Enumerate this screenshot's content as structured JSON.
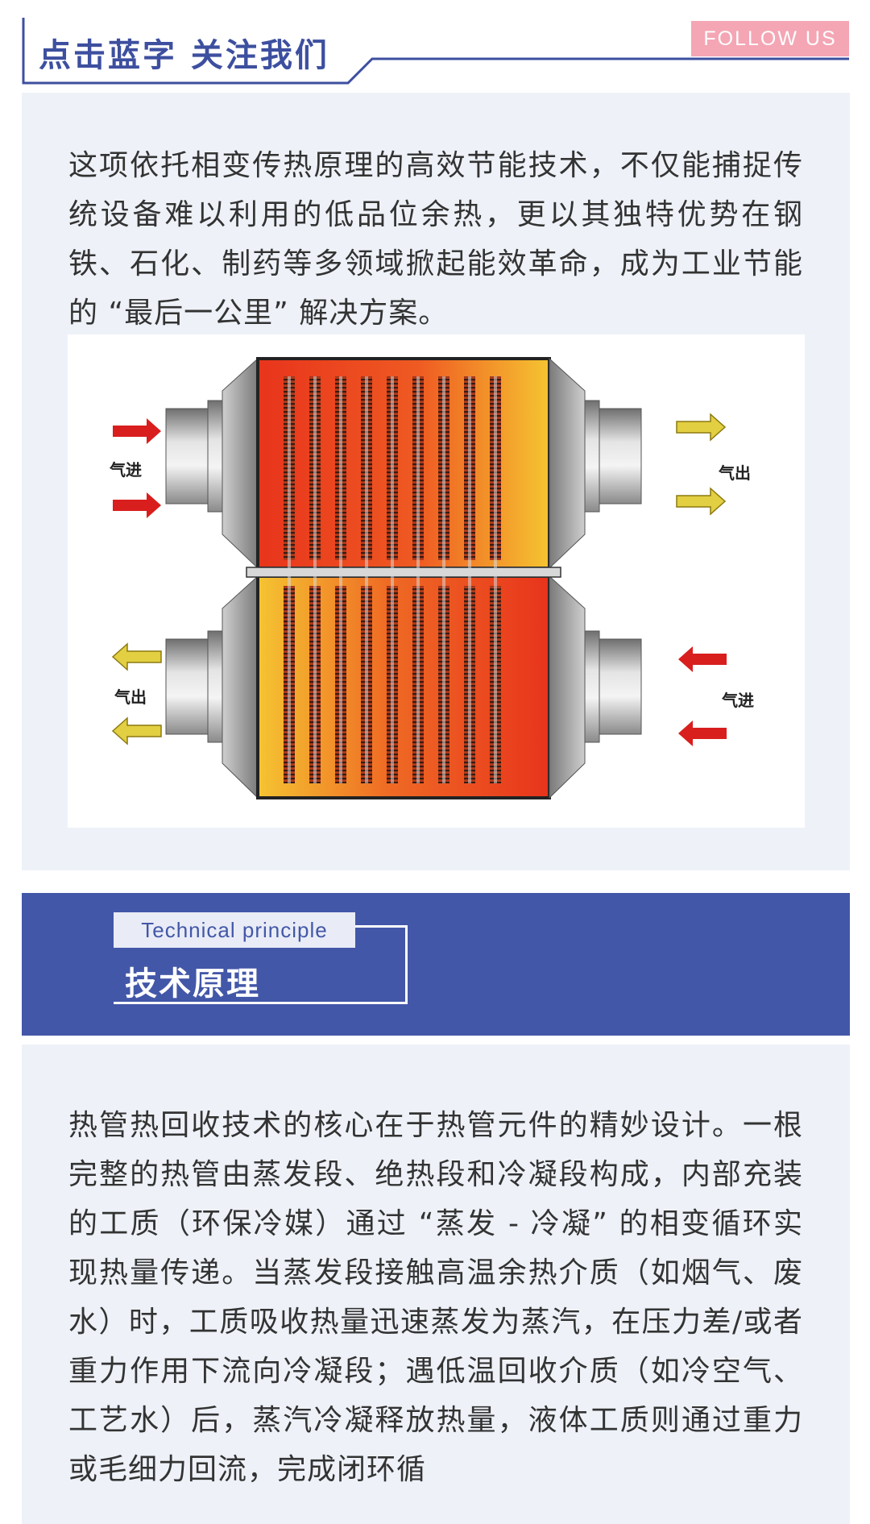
{
  "follow": {
    "title": "点击蓝字 关注我们",
    "tag": "FOLLOW US"
  },
  "intro": {
    "text": "这项依托相变传热原理的高效节能技术，不仅能捕捉传统设备难以利用的低品位余热，更以其独特优势在钢铁、石化、制药等多领域掀起能效革命，成为工业节能的 “最后一公里” 解决方案。"
  },
  "diagram": {
    "labels": {
      "top_left": "气进",
      "top_right": "气出",
      "bottom_left": "气出",
      "bottom_right": "气进"
    },
    "colors": {
      "hot": "#e8341c",
      "warm": "#f5c431",
      "arrow_red": "#d91e1e",
      "arrow_yellow": "#d9c23c"
    }
  },
  "section": {
    "en": "Technical principle",
    "cn": "技术原理"
  },
  "principle": {
    "text": "热管热回收技术的核心在于热管元件的精妙设计。一根完整的热管由蒸发段、绝热段和冷凝段构成，内部充装的工质（环保冷媒）通过 “蒸发 - 冷凝” 的相变循环实现热量传递。当蒸发段接触高温余热介质（如烟气、废水）时，工质吸收热量迅速蒸发为蒸汽，在压力差/或者重力作用下流向冷凝段；遇低温回收介质（如冷空气、工艺水）后，蒸汽冷凝释放热量，液体工质则通过重力或毛细力回流，完成闭环循"
  }
}
